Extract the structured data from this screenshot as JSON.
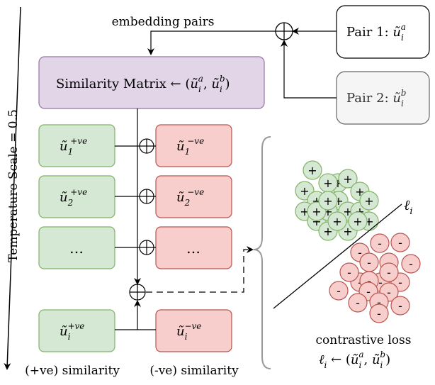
{
  "colors": {
    "green_fill": "#d5e8d4",
    "green_stroke": "#82b366",
    "red_fill": "#f8cecc",
    "red_stroke": "#b85450",
    "purple_fill": "#e1d5e7",
    "purple_stroke": "#9673a6",
    "gray_fill": "#f5f5f5",
    "gray_stroke": "#666666",
    "gray_text": "#333333"
  },
  "axis": {
    "temperature": "Temperature Scale = 0.5"
  },
  "top": {
    "embedding_pairs": "embedding pairs"
  },
  "pair1": {
    "prefix": "Pair 1: ",
    "var": "ũ",
    "sub": "i",
    "sup": "a"
  },
  "pair2": {
    "prefix": "Pair 2: ",
    "var": "ũ",
    "sub": "i",
    "sup": "b"
  },
  "similarity_matrix": {
    "text": "Similarity Matrix ←",
    "open": " (",
    "a_sup": "a",
    "b_sup": "b",
    "sub": "i",
    "comma": ", ",
    "close": ")",
    "var": "ũ"
  },
  "positives": [
    {
      "var": "ũ",
      "sub": "1",
      "sup": "+ve"
    },
    {
      "var": "ũ",
      "sub": "2",
      "sup": "+ve"
    },
    {
      "text": "…"
    },
    {
      "var": "ũ",
      "sub": "i",
      "sup": "+ve"
    }
  ],
  "negatives": [
    {
      "var": "ũ",
      "sub": "1",
      "sup": "−ve"
    },
    {
      "var": "ũ",
      "sub": "2",
      "sup": "−ve"
    },
    {
      "text": "…"
    },
    {
      "var": "ũ",
      "sub": "i",
      "sup": "−ve"
    }
  ],
  "labels": {
    "pos_similarity": "(+ve) similarity",
    "neg_similarity": "(-ve) similarity"
  },
  "cluster": {
    "plus": "+",
    "minus": "-",
    "boundary_label": "ℓ",
    "boundary_sub": "i"
  },
  "loss": {
    "title": "contrastive loss",
    "lhs": "ℓ",
    "lhs_sub": "i",
    "arrow": " ← (",
    "var": "ũ",
    "a_sup": "a",
    "b_sup": "b",
    "sub": "i",
    "comma": ", ",
    "close": ")"
  }
}
